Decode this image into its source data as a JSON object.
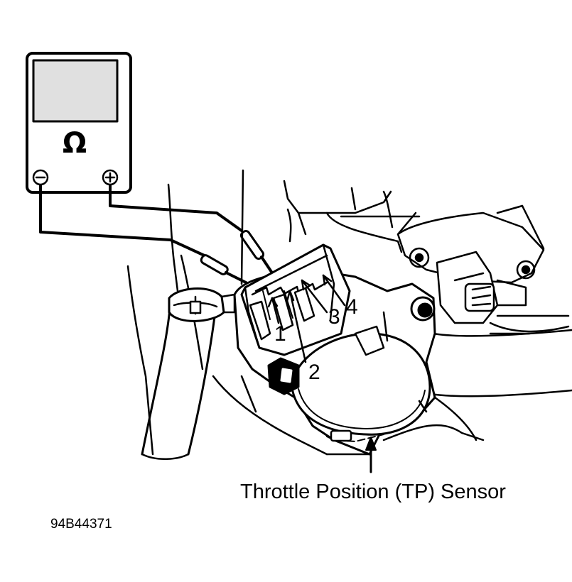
{
  "meter": {
    "unit_symbol": "Ω",
    "negative_terminal": "⊖",
    "positive_terminal": "⊕"
  },
  "terminals": [
    "1",
    "2",
    "3",
    "4"
  ],
  "caption": "Throttle Position (TP) Sensor",
  "figure_code": "94B44371",
  "colors": {
    "ink": "#000000",
    "paper": "#ffffff",
    "screen": "#e0e0e0"
  }
}
